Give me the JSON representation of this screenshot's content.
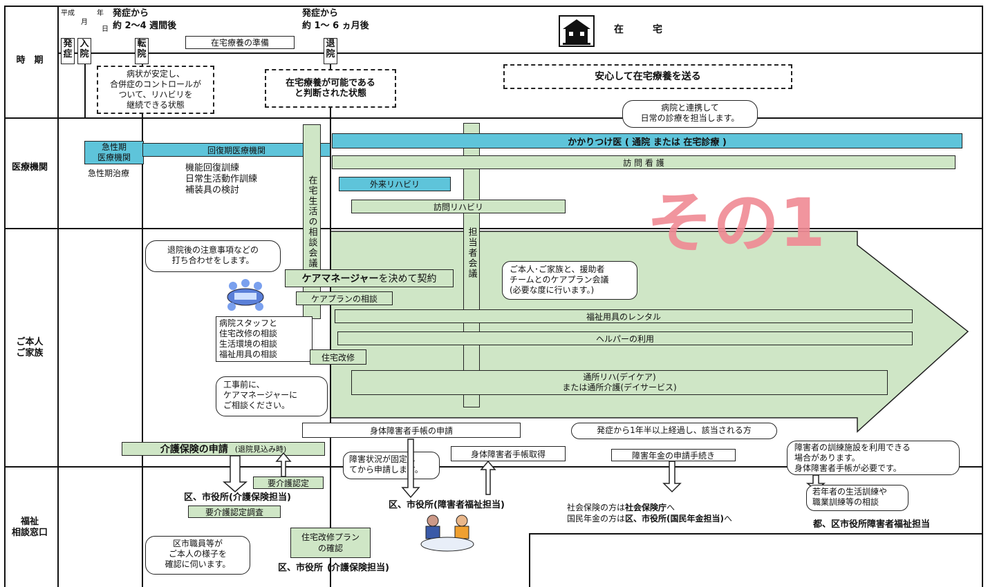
{
  "rows": {
    "period": "時　期",
    "medical": "医療機関",
    "family": "ご本人\nご家族",
    "welfare": "福祉\n相談窓口"
  },
  "timeline": {
    "heisei": "平成",
    "year": "年",
    "month": "月",
    "day": "日",
    "onset_after1": "発症から",
    "onset_after1_range": "約 2〜4 週間後",
    "onset_after2": "発症から",
    "onset_after2_range": "約 1〜 6 ヵ月後",
    "home_prep": "在宅療養の準備",
    "home": "在　　　宅",
    "marker_onset": "発症",
    "marker_admit": "入院",
    "marker_transfer": "転院",
    "marker_discharge": "退院"
  },
  "states": {
    "stable": "病状が安定し、\n合併症のコントロールが\nついて、リハビリを\n継続できる状態",
    "home_possible": "在宅療養が可能である\nと判断された状態",
    "safe_home": "安心して在宅療養を送る"
  },
  "medical": {
    "acute": "急性期\n医療機関",
    "acute_care": "急性期治療",
    "recovery": "回復期医療機関",
    "rehab_list": "機能回復訓練\n日常生活動作訓練\n補装具の検討",
    "home_life_meeting": "在宅生活の相談会議",
    "family_doctor": "かかりつけ医 ( 通院 または 在宅診療 )",
    "visit_nursing": "訪 問 看 護",
    "outpatient_rehab": "外来リハビリ",
    "visit_rehab": "訪問リハビリ",
    "doctor_note": "病院と連携して\n日常の診療を担当します。",
    "staff_meeting": "担当者会議",
    "watermark": "その1"
  },
  "family": {
    "discharge_note": "退院後の注意事項などの\n打ち合わせをします。",
    "care_manager": "ケアマネージャー",
    "care_manager_suffix": " を決めて契約",
    "care_plan": "ケアプランの相談",
    "meeting_note": "ご本人･ご家族と、援助者\nチームとのケアプラン会議\n(必要な度に行います。)",
    "rental": "福祉用具のレンタル",
    "helper": "ヘルパーの利用",
    "hospital_staff": "病院スタッフと\n住宅改修の相談\n生活環境の相談\n福祉用具の相談",
    "renovation": "住宅改修",
    "construction_note": "工事前に、\nケアマネージャーに\nご相談ください。",
    "day_care": "通所リハ(デイケア)\nまたは通所介護(デイサービス)"
  },
  "welfare": {
    "disability_apply": "身体障害者手帳の申請",
    "disability_note": "障害状況が固定し\nてから申請します。",
    "disability_get": "身体障害者手帳取得",
    "pension_cond": "発症から1年半以上経過し、該当される方",
    "pension_apply": "障害年金の申請手続き",
    "training_note": "障害者の訓練施設を利用できる\n場合があります。\n身体障害者手帳が必要です。",
    "insurance_apply": "介護保険の申請",
    "insurance_apply_sub": "(退院見込み時)",
    "care_cert": "要介護認定",
    "city_insurance": "区、市役所(介護保険担当)",
    "cert_survey": "要介護認定調査",
    "city_disability": "区、市役所(障害者福祉担当)",
    "pension_line1_a": "社会保険の方は",
    "pension_line1_b": "社会保険庁",
    "pension_line1_c": "へ",
    "pension_line2_a": "国民年金の方は",
    "pension_line2_b": "区、市役所(国民年金担当)",
    "pension_line2_c": "へ",
    "youth_training": "若年者の生活訓練や\n職業訓練等の相談",
    "metro_office": "都、区市役所障害者福祉担当",
    "staff_visit": "区市職員等が\nご本人の様子を\n確認に伺います。",
    "renovation_plan": "住宅改修プラン\nの確認",
    "city_insurance2_a": "区、市役所",
    "city_insurance2_b": "(介護保険担当)"
  },
  "colors": {
    "cyan": "#5ec4da",
    "green": "#cfe6c6",
    "watermark": "#f08a94"
  }
}
